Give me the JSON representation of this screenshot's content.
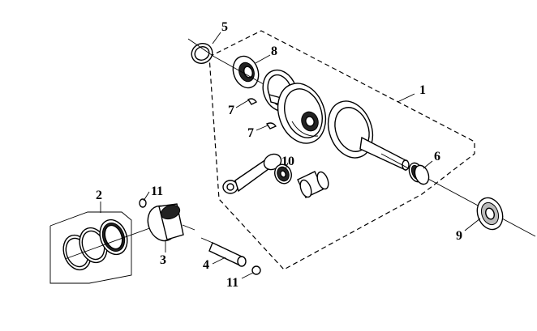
{
  "diagram": {
    "labels": {
      "p1": "1",
      "p2": "2",
      "p3": "3",
      "p4": "4",
      "p5": "5",
      "p6": "6",
      "p7a": "7",
      "p7b": "7",
      "p8": "8",
      "p9": "9",
      "p10": "10",
      "p11a": "11",
      "p11b": "11"
    }
  }
}
